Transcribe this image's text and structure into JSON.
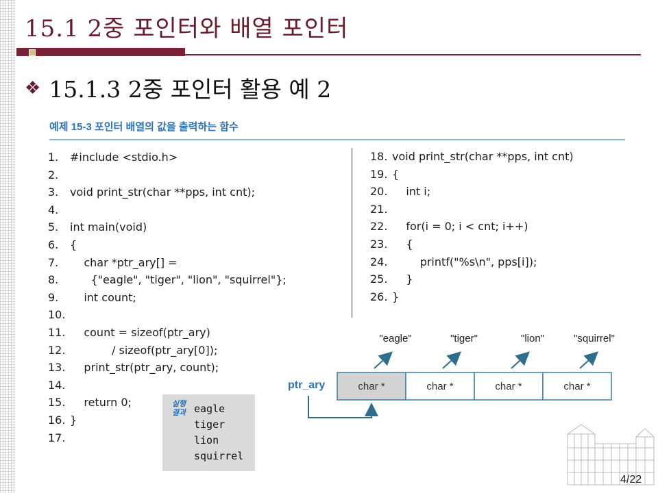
{
  "slide": {
    "title": "15.1 2중 포인터와 배열 포인터",
    "subheading_bullet": "❖",
    "subheading": "15.1.3 2중 포인터 활용 예 2",
    "example_caption": "예제 15-3 포인터 배열의 값을 출력하는 함수",
    "page_number": "4/22",
    "accent_color": "#7a1f35",
    "caption_color": "#2d72b8"
  },
  "code_left": [
    {
      "num": "1.",
      "text": "#include <stdio.h>"
    },
    {
      "num": "2.",
      "text": ""
    },
    {
      "num": "3.",
      "text": "void print_str(char **pps, int cnt);"
    },
    {
      "num": "4.",
      "text": ""
    },
    {
      "num": "5.",
      "text": "int main(void)"
    },
    {
      "num": "6.",
      "text": "{"
    },
    {
      "num": "7.",
      "text": "    char *ptr_ary[] ="
    },
    {
      "num": "8.",
      "text": "      {\"eagle\", \"tiger\", \"lion\", \"squirrel\"};"
    },
    {
      "num": "9.",
      "text": "    int count;"
    },
    {
      "num": "10.",
      "text": ""
    },
    {
      "num": "11.",
      "text": "    count = sizeof(ptr_ary)"
    },
    {
      "num": "12.",
      "text": "            / sizeof(ptr_ary[0]);"
    },
    {
      "num": "13.",
      "text": "    print_str(ptr_ary, count);"
    },
    {
      "num": "14.",
      "text": ""
    },
    {
      "num": "15.",
      "text": "    return 0;"
    },
    {
      "num": "16.",
      "text": "}"
    },
    {
      "num": "17.",
      "text": ""
    }
  ],
  "code_right": [
    {
      "num": "18.",
      "text": "void print_str(char **pps, int cnt)"
    },
    {
      "num": "19.",
      "text": "{"
    },
    {
      "num": "20.",
      "text": "    int i;"
    },
    {
      "num": "21.",
      "text": ""
    },
    {
      "num": "22.",
      "text": "    for(i = 0; i < cnt; i++)"
    },
    {
      "num": "23.",
      "text": "    {"
    },
    {
      "num": "24.",
      "text": "        printf(\"%s\\n\", pps[i]);"
    },
    {
      "num": "25.",
      "text": "    }"
    },
    {
      "num": "26.",
      "text": "}"
    }
  ],
  "output": {
    "label": "실행 결과",
    "lines": [
      "eagle",
      "tiger",
      "lion",
      "squirrel"
    ]
  },
  "diagram": {
    "pointer_name": "ptr_ary",
    "cells": [
      "char *",
      "char *",
      "char *",
      "char *"
    ],
    "strings": [
      "\"eagle\"",
      "\"tiger\"",
      "\"lion\"",
      "\"squirrel\""
    ]
  }
}
